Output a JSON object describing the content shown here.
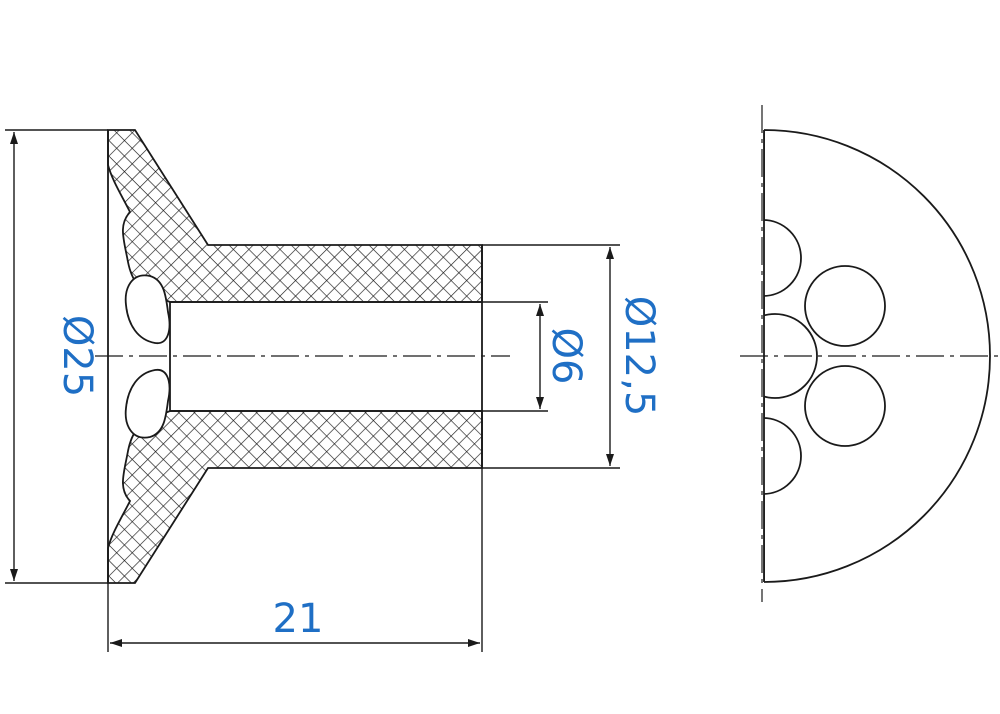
{
  "colors": {
    "outline": "#1a1a1a",
    "dimension_text": "#1f6fc5",
    "background": "#ffffff"
  },
  "dimensions": {
    "outer_diameter": "Ø25",
    "bore_diameter": "Ø6",
    "sleeve_diameter": "Ø12,5",
    "overall_length": "21"
  }
}
